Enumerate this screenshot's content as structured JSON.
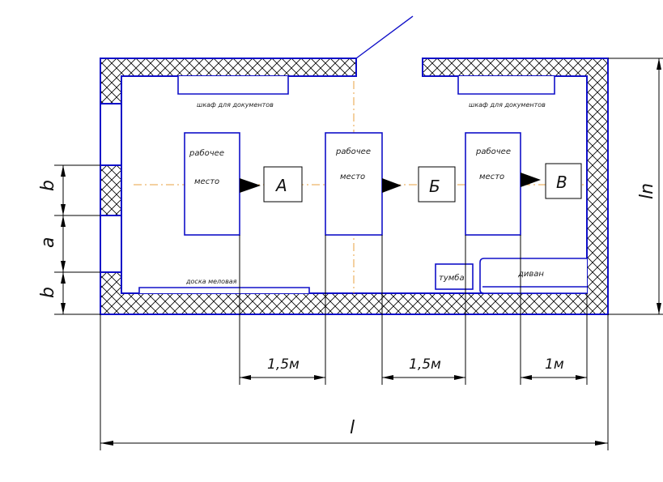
{
  "cabinets": {
    "left": "шкаф для документов",
    "right": "шкаф для документов"
  },
  "workplaces": [
    {
      "line1": "рабочее",
      "line2": "место"
    },
    {
      "line1": "рабочее",
      "line2": "место"
    },
    {
      "line1": "рабочее",
      "line2": "место"
    }
  ],
  "monitors": [
    "А",
    "Б",
    "В"
  ],
  "board": "доска меловая",
  "nightstand": "тумба",
  "sofa": "диван",
  "dims": {
    "left_b_top": "b",
    "left_a": "a",
    "left_b_bottom": "b",
    "right_height": "ln",
    "d1": "1,5м",
    "d2": "1,5м",
    "d3": "1м",
    "total": "l"
  },
  "colors": {
    "wall": "#1010c8",
    "axis": "#e8a040",
    "hatch": "#000000"
  }
}
